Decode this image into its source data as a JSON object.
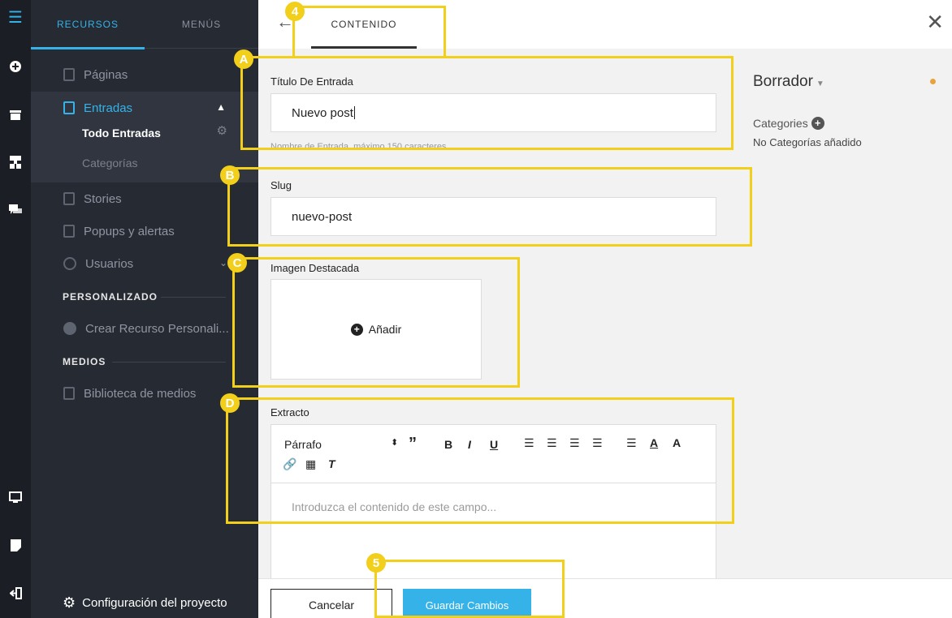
{
  "rail": {
    "icons": [
      "menu-icon",
      "add-circle-icon",
      "archive-icon",
      "components-icon",
      "comments-icon",
      "monitor-icon",
      "page-icon",
      "logout-icon"
    ]
  },
  "sidebar": {
    "tabs": [
      "RECURSOS",
      "MENÚS"
    ],
    "items": {
      "paginas": "Páginas",
      "entradas": "Entradas",
      "todo_entradas": "Todo Entradas",
      "categorias": "Categorías",
      "stories": "Stories",
      "popups": "Popups y alertas",
      "usuarios": "Usuarios",
      "crear": "Crear Recurso Personali..."
    },
    "sections": {
      "personalizado": "PERSONALIZADO",
      "medios": "MEDIOS"
    },
    "biblioteca": "Biblioteca de medios",
    "config": "Configuración del proyecto"
  },
  "main": {
    "tab": "CONTENIDO",
    "titulo_label": "Título De Entrada",
    "titulo_value": "Nuevo post",
    "titulo_hint": "Nombre de Entrada, máximo 150 caracteres",
    "slug_label": "Slug",
    "slug_value": "nuevo-post",
    "imagen_label": "Imagen Destacada",
    "anadir": "Añadir",
    "extracto_label": "Extracto",
    "parrafo": "Párrafo",
    "placeholder": "Introduzca el contenido de este campo..."
  },
  "right": {
    "status": "Borrador",
    "categories_label": "Categories",
    "no_categories": "No Categorías añadido"
  },
  "footer": {
    "cancel": "Cancelar",
    "save": "Guardar Cambios"
  },
  "annotations": {
    "a": "A",
    "b": "B",
    "c": "C",
    "d": "D",
    "four": "4",
    "five": "5"
  },
  "colors": {
    "accent": "#35b3e8",
    "annotation": "#f2cf1a",
    "status_dot": "#e8a33c"
  }
}
